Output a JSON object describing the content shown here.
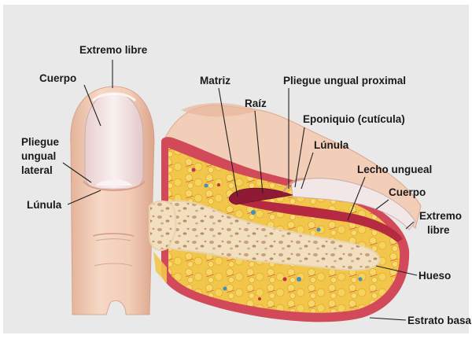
{
  "labels": {
    "extremo_libre_top": "Extremo libre",
    "cuerpo_left": "Cuerpo",
    "pliegue_line1": "Pliegue",
    "pliegue_line2": "ungual",
    "pliegue_line3": "lateral",
    "lunula_left": "Lúnula",
    "matriz": "Matriz",
    "raiz": "Raíz",
    "pliegue_proximal": "Pliegue ungual proximal",
    "eponiquio": "Eponiquio (cutícula)",
    "lunula_right": "Lúnula",
    "lecho_ungueal": "Lecho ungueal",
    "cuerpo_right": "Cuerpo",
    "extremo_right_line1": "Extremo",
    "extremo_right_line2": "libre",
    "hueso": "Hueso",
    "estrato_basal": "Estrato basal"
  },
  "colors": {
    "background": "#e9e9e9",
    "skin": "#f2cdb8",
    "skin_shadow": "#e0ad93",
    "nail": "#f4e3e3",
    "fat": "#f2c64a",
    "bone": "#f3e2c2",
    "dermis": "#d24a5a",
    "matrix": "#9c1d36"
  }
}
